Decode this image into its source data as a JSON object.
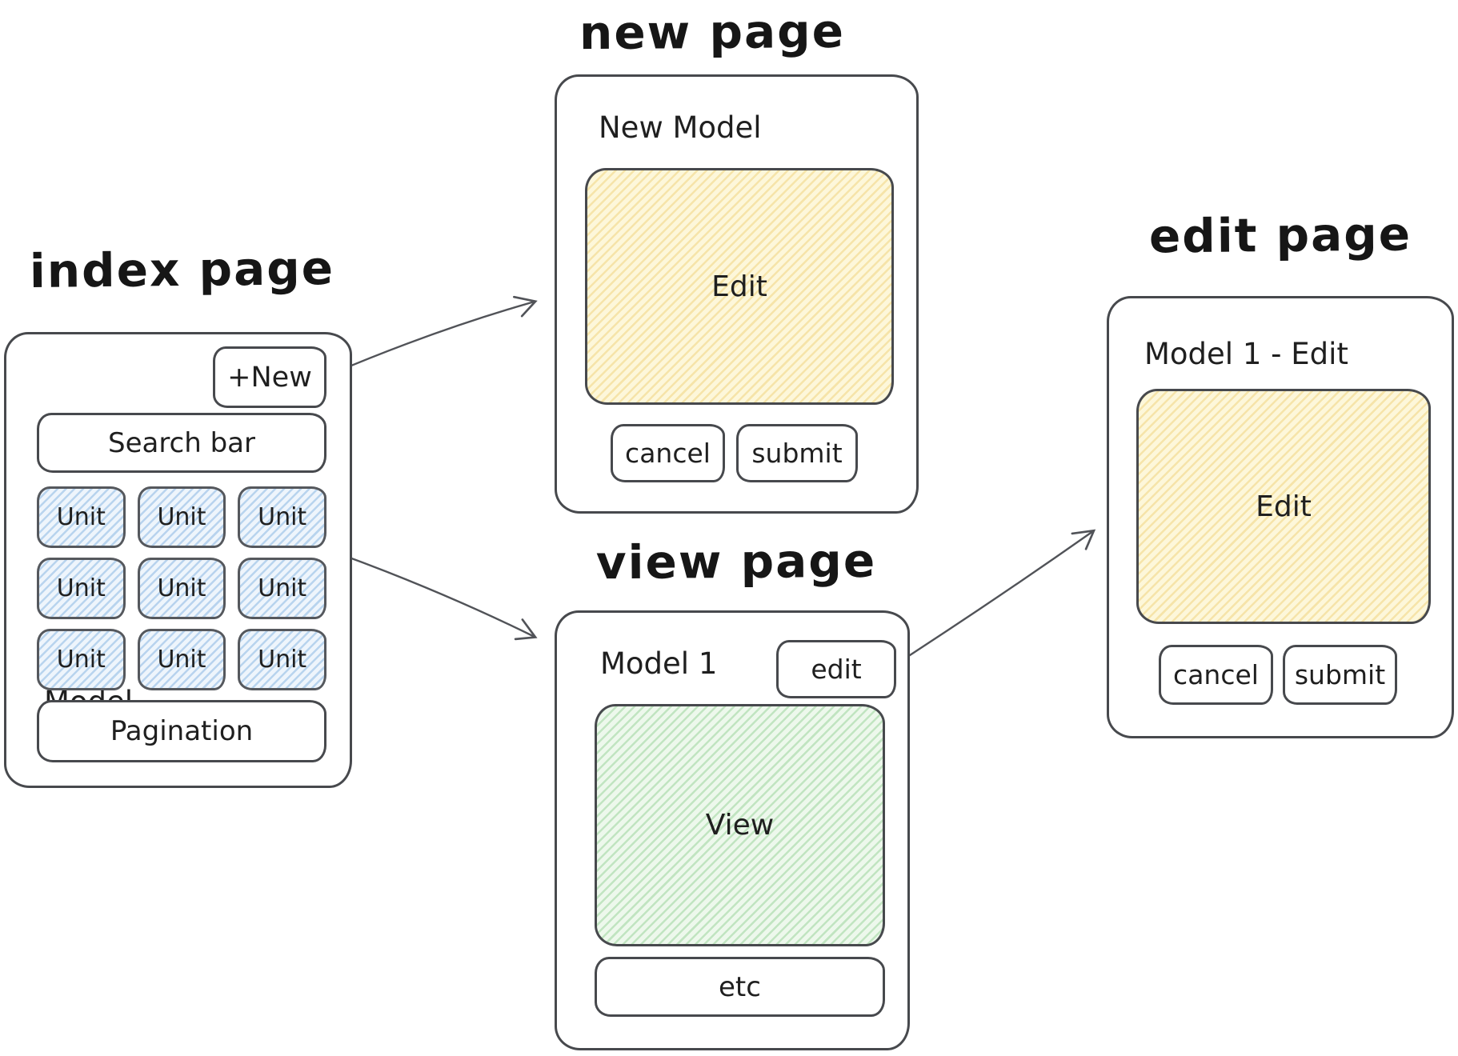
{
  "diagram": {
    "index_page": {
      "title": "index page",
      "model_label": "Model",
      "new_button_label": "+New",
      "search_bar_label": "Search bar",
      "units": [
        "Unit",
        "Unit",
        "Unit",
        "Unit",
        "Unit",
        "Unit",
        "Unit",
        "Unit",
        "Unit"
      ],
      "pagination_label": "Pagination"
    },
    "new_page": {
      "title": "new page",
      "header_label": "New Model",
      "edit_area_label": "Edit",
      "cancel_button_label": "cancel",
      "submit_button_label": "submit"
    },
    "view_page": {
      "title": "view page",
      "header_label": "Model 1",
      "edit_button_label": "edit",
      "view_area_label": "View",
      "etc_label": "etc"
    },
    "edit_page": {
      "title": "edit page",
      "header_label": "Model 1 - Edit",
      "edit_area_label": "Edit",
      "cancel_button_label": "cancel",
      "submit_button_label": "submit"
    },
    "colors": {
      "stroke": "#47494d",
      "unit_fill": "#eef5fc",
      "unit_stripe": "#8cb8e2",
      "edit_fill": "#fdf7da",
      "edit_stripe": "#eed278",
      "view_fill": "#edf8ec",
      "view_stripe": "#8ccd8c",
      "text": "#1f1f1f"
    }
  }
}
